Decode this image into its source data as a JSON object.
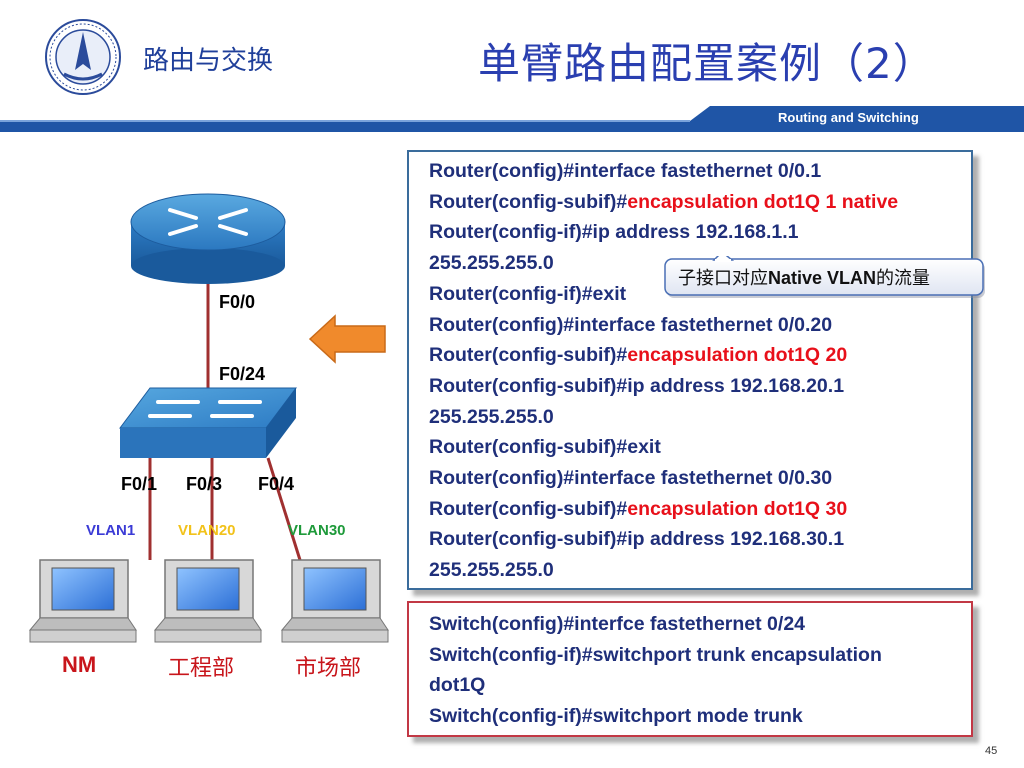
{
  "header": {
    "course": "路由与交换",
    "title": "单臂路由配置案例（2）",
    "subtitle": "Routing and Switching"
  },
  "colors": {
    "band": "#1f55a6",
    "title": "#2a3fb0",
    "highlight": "#e8101a",
    "code_text": "#1f2f7a",
    "router_box_border": "#3a6c9c",
    "switch_box_border": "#c23845"
  },
  "diagram": {
    "router_port": "F0/0",
    "switch_uplink_port": "F0/24",
    "switch_ports": [
      "F0/1",
      "F0/3",
      "F0/4"
    ],
    "vlans": [
      {
        "label": "VLAN1",
        "color": "#3b3bd6"
      },
      {
        "label": "VLAN20",
        "color": "#f2c21a"
      },
      {
        "label": "VLAN30",
        "color": "#1e9a3a"
      }
    ],
    "departments": [
      "NM",
      "工程部",
      "市场部"
    ],
    "icons": [
      "router-icon",
      "switch-icon",
      "pc-icon",
      "arrow-left-icon",
      "logo-emblem"
    ]
  },
  "router_config": {
    "lines": [
      {
        "pre": "Router(config)#interface fastethernet 0/0.1",
        "hl": ""
      },
      {
        "pre": "Router(config-subif)#",
        "hl": "encapsulation dot1Q 1 native"
      },
      {
        "pre": "Router(config-if)#ip address 192.168.1.1",
        "hl": ""
      },
      {
        "pre": "255.255.255.0",
        "hl": ""
      },
      {
        "pre": "Router(config-if)#exit",
        "hl": ""
      },
      {
        "pre": "Router(config)#interface fastethernet 0/0.20",
        "hl": ""
      },
      {
        "pre": "Router(config-subif)#",
        "hl": "encapsulation dot1Q 20"
      },
      {
        "pre": "Router(config-subif)#ip address 192.168.20.1",
        "hl": ""
      },
      {
        "pre": "255.255.255.0",
        "hl": ""
      },
      {
        "pre": "Router(config-subif)#exit",
        "hl": ""
      },
      {
        "pre": "Router(config)#interface fastethernet 0/0.30",
        "hl": ""
      },
      {
        "pre": "Router(config-subif)#",
        "hl": "encapsulation dot1Q 30"
      },
      {
        "pre": "Router(config-subif)#ip address 192.168.30.1",
        "hl": ""
      },
      {
        "pre": "255.255.255.0",
        "hl": ""
      }
    ]
  },
  "callout": {
    "text_prefix": "子接口对应",
    "text_bold": "Native VLAN",
    "text_suffix": "的流量"
  },
  "switch_config": {
    "lines": [
      "Switch(config)#interfce fastethernet 0/24",
      "Switch(config-if)#switchport trunk encapsulation",
      "dot1Q",
      "Switch(config-if)#switchport mode trunk"
    ]
  },
  "footer": {
    "page_number": "45"
  }
}
